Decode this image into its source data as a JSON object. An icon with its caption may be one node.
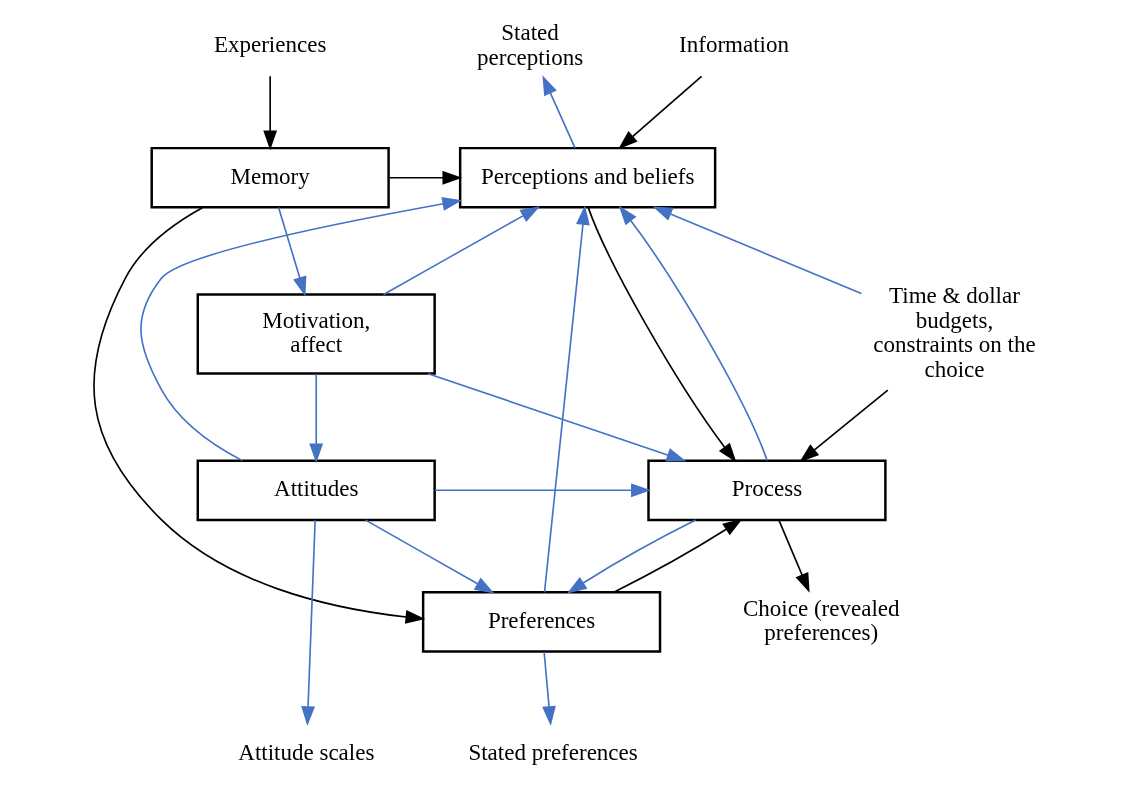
{
  "diagram": {
    "nodes": [
      {
        "text": [
          "Experiences"
        ]
      },
      {
        "text": [
          "Information"
        ]
      },
      {
        "text": [
          "Stated perceptions"
        ]
      },
      {
        "text": [
          "Memory"
        ]
      },
      {
        "text": [
          "Perceptions and beliefs"
        ]
      },
      {
        "text": [
          "Motivation, affect"
        ]
      },
      {
        "text": [
          "Process"
        ]
      },
      {
        "text": [
          "Time & dollar budgets, constraints on the choice"
        ]
      },
      {
        "text": [
          "Attitudes"
        ]
      },
      {
        "text": [
          "Choice (revealed preferences)"
        ]
      },
      {
        "text": [
          "Preferences"
        ]
      },
      {
        "text": [
          "Attitude scales"
        ]
      },
      {
        "text": [
          "Stated preferences"
        ]
      }
    ],
    "edges": [
      {
        "from": 0,
        "to": 3,
        "arrow": "to",
        "color": "#000000"
      },
      {
        "from": 1,
        "to": 4,
        "arrow": "to",
        "color": "#000000"
      },
      {
        "from": 4,
        "to": 2,
        "arrow": "to"
      },
      {
        "from": 3,
        "to": 4,
        "arrow": "to",
        "color": "#000000"
      },
      {
        "from": 3,
        "to": 5,
        "arrow": "to"
      },
      {
        "from": 3,
        "to": 10,
        "arrow": "to",
        "color": "#000000"
      },
      {
        "from": 10,
        "to": 4,
        "arrow": "to"
      },
      {
        "from": 5,
        "to": 4,
        "arrow": "to"
      },
      {
        "from": 5,
        "to": 6,
        "arrow": "to"
      },
      {
        "from": 5,
        "to": 8,
        "arrow": "to"
      },
      {
        "from": 8,
        "to": 4,
        "arrow": "to"
      },
      {
        "from": 8,
        "to": 6,
        "arrow": "to"
      },
      {
        "from": 8,
        "to": 10,
        "arrow": "to"
      },
      {
        "from": 6,
        "to": 4,
        "arrow": "to"
      },
      {
        "from": 4,
        "to": 6,
        "arrow": "to",
        "color": "#000000"
      },
      {
        "from": 7,
        "to": 4,
        "arrow": "to"
      },
      {
        "from": 7,
        "to": 6,
        "arrow": "to",
        "color": "#000000"
      },
      {
        "from": 6,
        "to": 9,
        "arrow": "to",
        "color": "#000000"
      },
      {
        "from": 6,
        "to": 10,
        "arrow": "to"
      },
      {
        "from": 10,
        "to": 6,
        "arrow": "to",
        "color": "#000000"
      },
      {
        "from": 8,
        "to": 11,
        "arrow": "to"
      },
      {
        "from": 10,
        "to": 12,
        "arrow": "to"
      }
    ]
  }
}
